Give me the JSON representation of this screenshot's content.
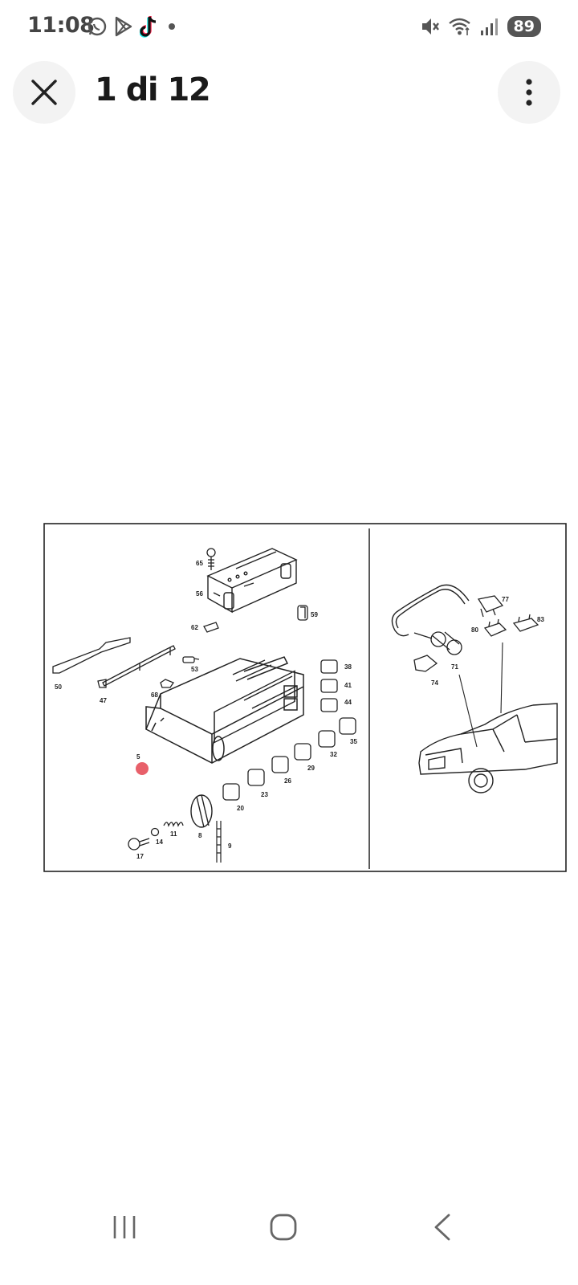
{
  "status_bar": {
    "time": "11:08",
    "left_icons": [
      "whatsapp-icon",
      "play-store-icon",
      "tiktok-icon",
      "dot-icon"
    ],
    "right_icons": [
      "mute-icon",
      "wifi-icon",
      "signal-icon"
    ],
    "battery": "89"
  },
  "header": {
    "page_counter": "1 di 12",
    "close_icon": "close-icon",
    "menu_icon": "more-vert-icon"
  },
  "diagram": {
    "left_panel_labels": [
      "65",
      "56",
      "59",
      "62",
      "50",
      "47",
      "53",
      "68",
      "38",
      "41",
      "44",
      "35",
      "32",
      "29",
      "26",
      "23",
      "20",
      "5",
      "8",
      "9",
      "11",
      "14",
      "17"
    ],
    "right_panel_labels": [
      "77",
      "80",
      "83",
      "71",
      "74"
    ],
    "marker_color": "#e8606a"
  },
  "nav_bar": {
    "icons": [
      "recent-apps-icon",
      "home-icon",
      "back-icon"
    ]
  }
}
